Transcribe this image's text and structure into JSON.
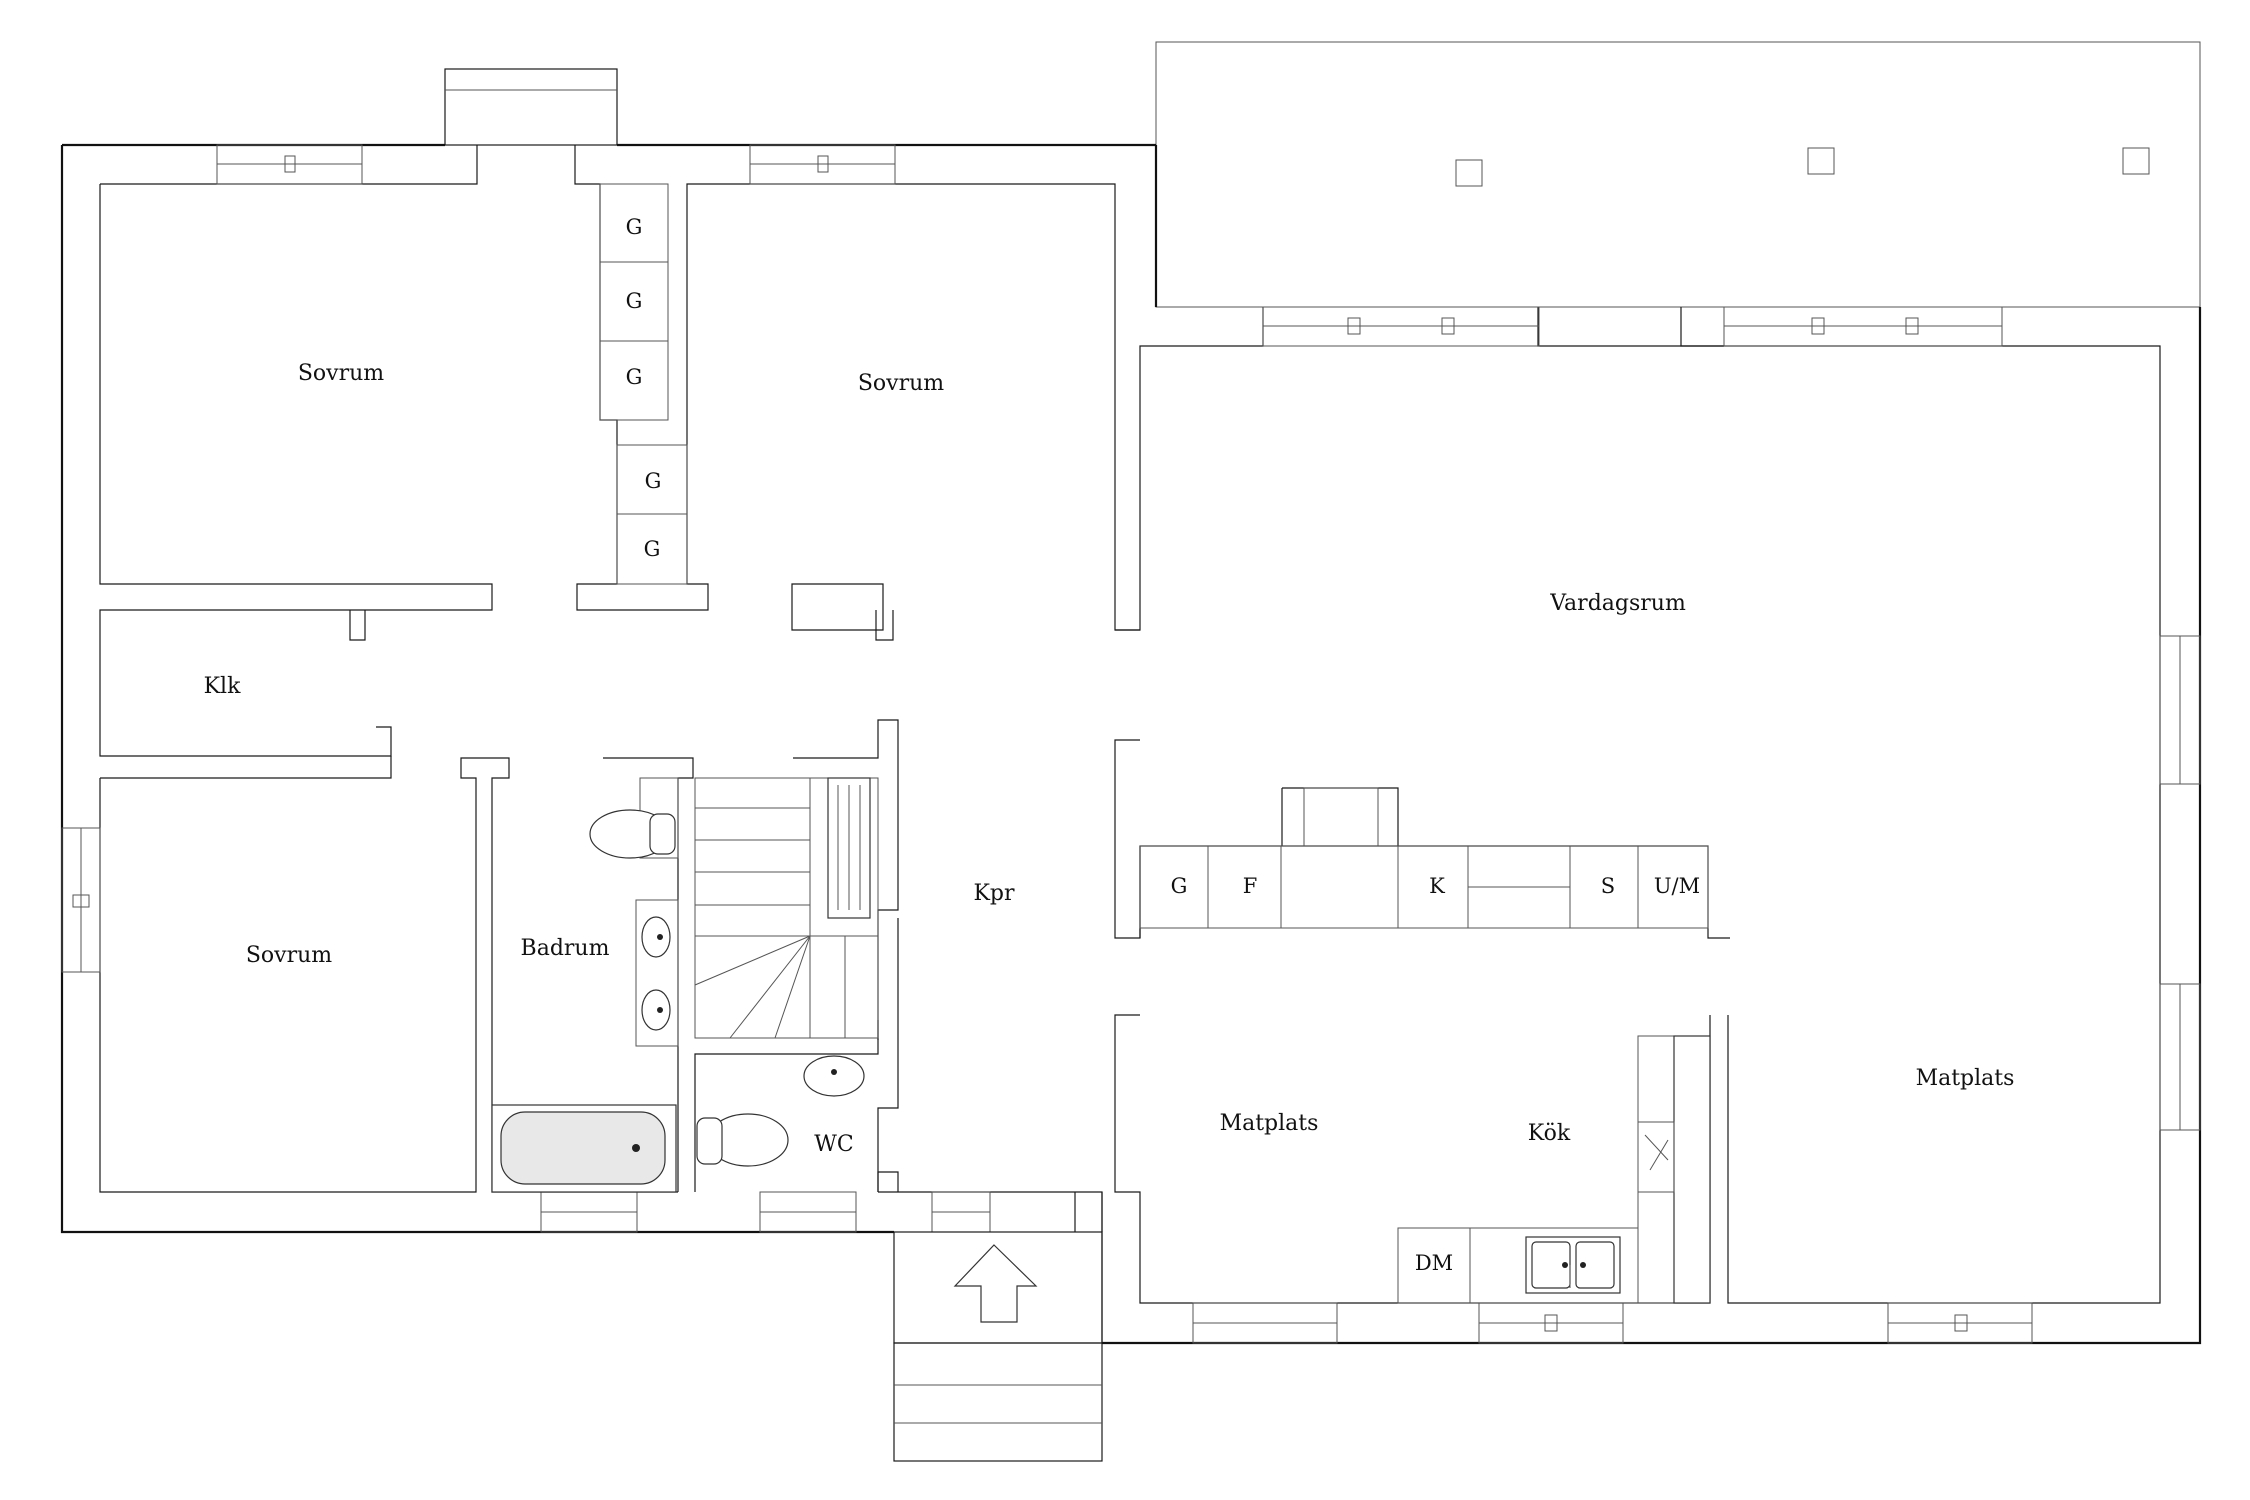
{
  "rooms": {
    "sovrum_top_left": "Sovrum",
    "sovrum_top_middle": "Sovrum",
    "sovrum_bottom_left": "Sovrum",
    "klk": "Klk",
    "badrum": "Badrum",
    "kpr": "Kpr",
    "wc": "WC",
    "vardagsrum": "Vardagsrum",
    "matplats_left": "Matplats",
    "kok": "Kök",
    "matplats_right": "Matplats"
  },
  "closets": {
    "g1": "G",
    "g2": "G",
    "g3": "G",
    "g4": "G",
    "g5": "G"
  },
  "kitchen_units": {
    "g": "G",
    "f": "F",
    "k": "K",
    "s": "S",
    "um": "U/M",
    "dm": "DM"
  },
  "icons": {
    "entrance": "entrance-arrow-icon"
  }
}
